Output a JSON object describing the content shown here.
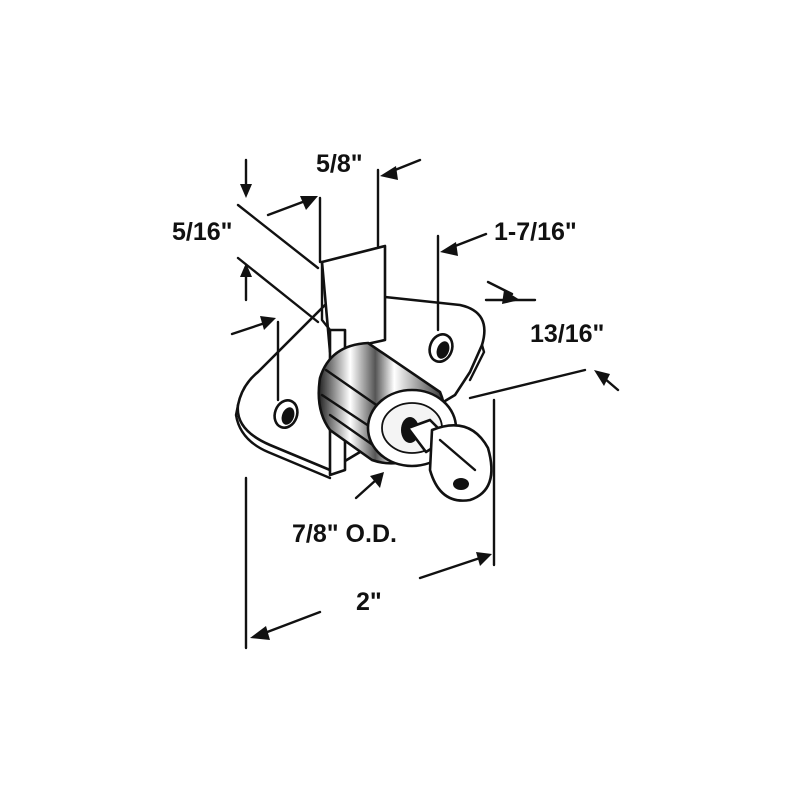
{
  "dimensions": {
    "tongue_width": "5/8\"",
    "tongue_offset": "5/16\"",
    "hole_spacing": "1-7/16\"",
    "cylinder_depth": "13/16\"",
    "outer_diameter": "7/8\" O.D.",
    "overall_width": "2\""
  },
  "colors": {
    "line": "#111111",
    "background": "#ffffff"
  }
}
